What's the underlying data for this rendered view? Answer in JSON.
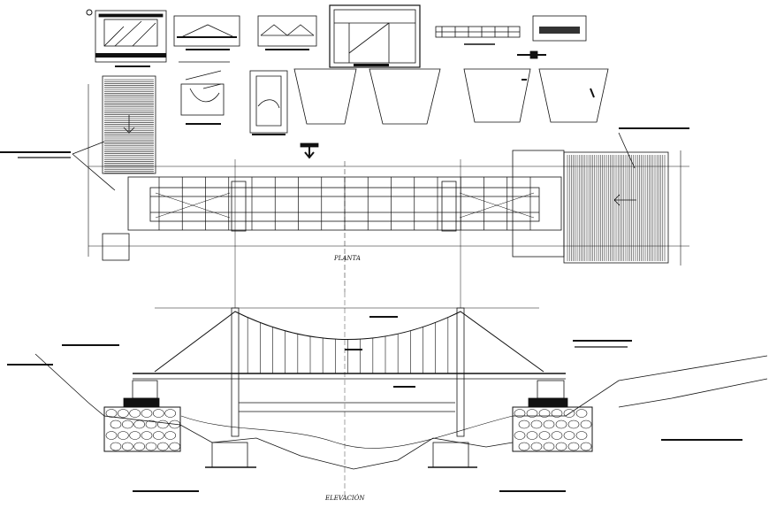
{
  "drawing": {
    "plan_caption": "PLANTA",
    "elevation_caption": "ELEVACIÓN",
    "line_color": "#111111",
    "background": "#ffffff"
  },
  "plan": {
    "vertical_hanger_count": 17
  },
  "elevation": {
    "suspender_count": 17
  }
}
